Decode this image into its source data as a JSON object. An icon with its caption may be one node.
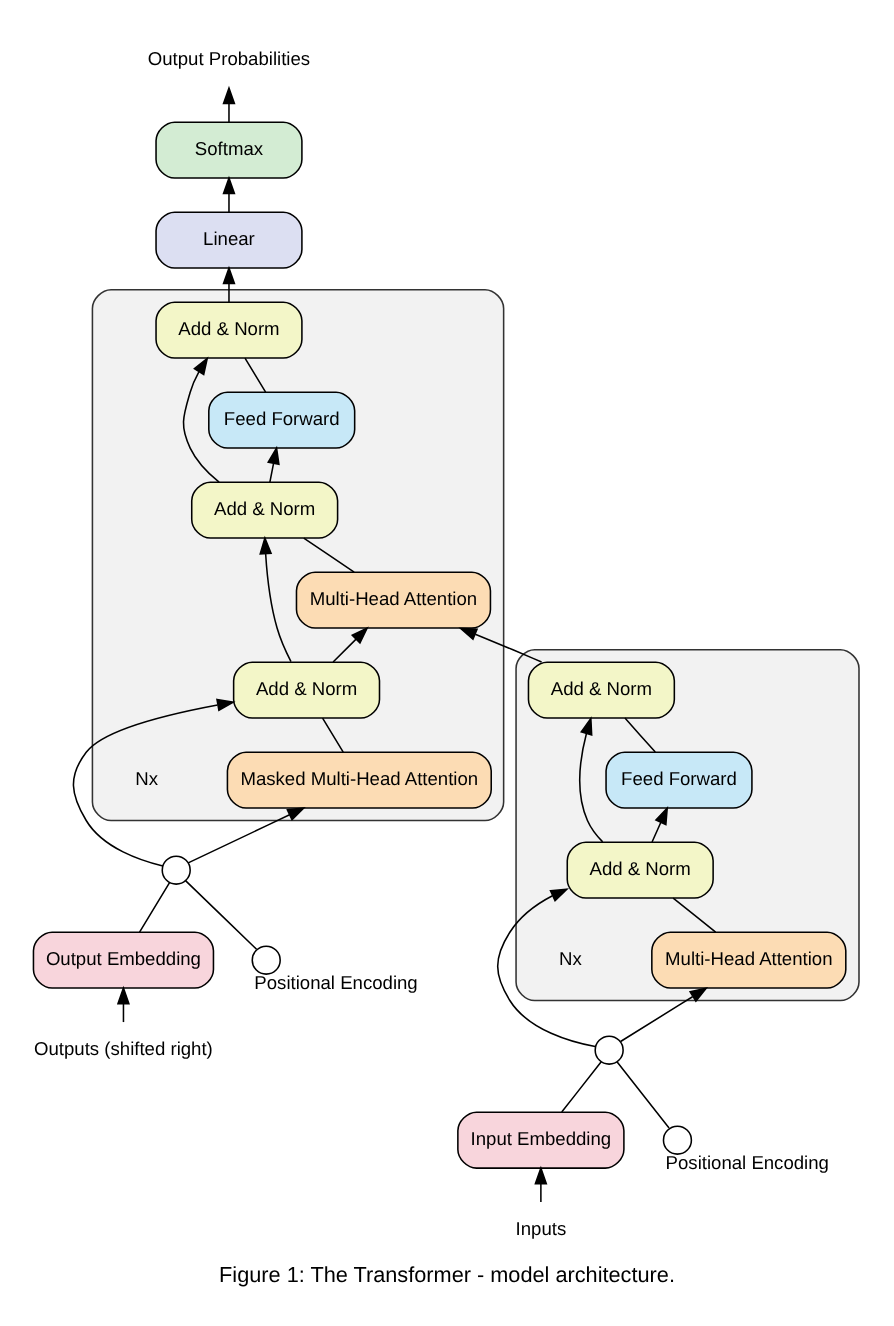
{
  "diagram": {
    "caption": "Figure 1: The Transformer - model architecture.",
    "nodes": [
      {
        "text": [],
        "shape": "box",
        "beside": [
          "Nx"
        ]
      },
      {
        "text": [
          "Add & Norm"
        ],
        "in": 0
      },
      {
        "text": [
          "Feed Forward"
        ],
        "in": 0
      },
      {
        "text": [
          "Add & Norm"
        ],
        "in": 0
      },
      {
        "text": [
          "Multi-Head Attention"
        ],
        "in": 0
      },
      {
        "text": [],
        "shape": "box",
        "beside": [
          "Nx"
        ]
      },
      {
        "text": [
          "Add & Norm"
        ],
        "in": 5
      },
      {
        "text": [
          "Feed Forward"
        ],
        "in": 5
      },
      {
        "text": [
          "Add & Norm"
        ],
        "in": 5
      },
      {
        "text": [
          "Multi-Head Attention"
        ],
        "in": 5
      },
      {
        "text": [
          "Add & Norm"
        ],
        "in": 5
      },
      {
        "text": [
          "Masked Multi-Head Attention"
        ],
        "in": 5
      },
      {
        "text": [
          "Input Embedding"
        ]
      },
      {
        "text": [
          "Output Embedding"
        ]
      },
      {
        "text": [
          "Linear"
        ]
      },
      {
        "text": [
          "Softmax"
        ]
      },
      {
        "text": [
          "Output Probabilities"
        ]
      },
      {
        "text": [
          "Inputs"
        ]
      },
      {
        "text": [
          "Outputs (shifted right)"
        ]
      },
      {
        "text": [],
        "shape": "circle"
      },
      {
        "text": [],
        "shape": "circle"
      },
      {
        "text": [],
        "shape": "circle",
        "beside": [
          "Positional Encoding"
        ]
      },
      {
        "text": [],
        "shape": "circle",
        "beside": [
          "Positional Encoding"
        ]
      }
    ],
    "edges": [
      {
        "from": 17,
        "to": 12,
        "arrow": "to"
      },
      {
        "from": 12,
        "to": 19,
        "arrow": "none"
      },
      {
        "from": 21,
        "to": 19,
        "arrow": "none"
      },
      {
        "from": 19,
        "to": 4,
        "arrow": "to"
      },
      {
        "from": 19,
        "to": 3,
        "arrow": "to"
      },
      {
        "from": 4,
        "to": 3,
        "arrow": "none"
      },
      {
        "from": 3,
        "to": 2,
        "arrow": "to"
      },
      {
        "from": 3,
        "to": 1,
        "arrow": "to"
      },
      {
        "from": 2,
        "to": 1,
        "arrow": "none"
      },
      {
        "from": 1,
        "to": 9,
        "arrow": "to"
      },
      {
        "from": 18,
        "to": 13,
        "arrow": "to"
      },
      {
        "from": 13,
        "to": 20,
        "arrow": "none"
      },
      {
        "from": 22,
        "to": 20,
        "arrow": "none"
      },
      {
        "from": 20,
        "to": 11,
        "arrow": "to"
      },
      {
        "from": 20,
        "to": 10,
        "arrow": "to"
      },
      {
        "from": 11,
        "to": 10,
        "arrow": "none"
      },
      {
        "from": 10,
        "to": 9,
        "arrow": "to"
      },
      {
        "from": 10,
        "to": 8,
        "arrow": "to"
      },
      {
        "from": 9,
        "to": 8,
        "arrow": "none"
      },
      {
        "from": 8,
        "to": 7,
        "arrow": "to"
      },
      {
        "from": 8,
        "to": 6,
        "arrow": "to"
      },
      {
        "from": 7,
        "to": 6,
        "arrow": "none"
      },
      {
        "from": 6,
        "to": 14,
        "arrow": "to"
      },
      {
        "from": 14,
        "to": 15,
        "arrow": "to"
      },
      {
        "from": 15,
        "to": 16,
        "arrow": "to"
      }
    ]
  }
}
